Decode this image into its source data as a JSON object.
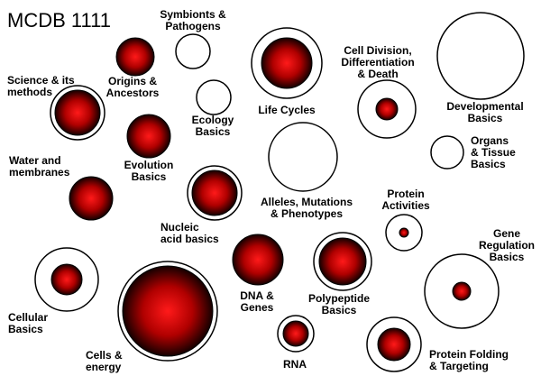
{
  "title": "MCDB 1111",
  "colors": {
    "ring_stroke": "#000000",
    "ring_fill": "#ffffff",
    "core_center": "#ff1a1a",
    "core_mid": "#b00000",
    "core_edge": "#140000"
  },
  "nodes": [
    {
      "id": "symbionts",
      "label": [
        "Symbionts &",
        "Pathogens"
      ],
      "filled": false
    },
    {
      "id": "origins",
      "label": [
        "Origins &",
        "Ancestors"
      ],
      "filled": true
    },
    {
      "id": "science",
      "label": [
        "Science & its",
        "methods"
      ],
      "filled": true
    },
    {
      "id": "ecology",
      "label": [
        "Ecology",
        "Basics"
      ],
      "filled": false
    },
    {
      "id": "life-cycles",
      "label": [
        "Life Cycles"
      ],
      "filled": true
    },
    {
      "id": "cell-division",
      "label": [
        "Cell Division,",
        "Differentiation",
        "& Death"
      ],
      "filled": true
    },
    {
      "id": "developmental",
      "label": [
        "Developmental",
        "Basics"
      ],
      "filled": false
    },
    {
      "id": "evolution",
      "label": [
        "Evolution",
        "Basics"
      ],
      "filled": true
    },
    {
      "id": "organs",
      "label": [
        "Organs",
        "& Tissue",
        "Basics"
      ],
      "filled": false
    },
    {
      "id": "water",
      "label": [
        "Water and",
        "membranes"
      ],
      "filled": true
    },
    {
      "id": "nucleic",
      "label": [
        "Nucleic",
        "acid basics"
      ],
      "filled": true
    },
    {
      "id": "alleles",
      "label": [
        "Alleles, Mutations",
        "& Phenotypes"
      ],
      "filled": false
    },
    {
      "id": "protein-activities",
      "label": [
        "Protein",
        "Activities"
      ],
      "filled": true
    },
    {
      "id": "gene-regulation",
      "label": [
        "Gene",
        "Regulation",
        "Basics"
      ],
      "filled": true
    },
    {
      "id": "dna",
      "label": [
        "DNA &",
        "Genes"
      ],
      "filled": true
    },
    {
      "id": "polypeptide",
      "label": [
        "Polypeptide",
        "Basics"
      ],
      "filled": true
    },
    {
      "id": "cellular",
      "label": [
        "Cellular",
        "Basics"
      ],
      "filled": true
    },
    {
      "id": "cells-energy",
      "label": [
        "Cells &",
        "energy"
      ],
      "filled": true
    },
    {
      "id": "rna",
      "label": [
        "RNA"
      ],
      "filled": true
    },
    {
      "id": "protein-folding",
      "label": [
        "Protein Folding",
        "& Targeting"
      ],
      "filled": true
    }
  ]
}
